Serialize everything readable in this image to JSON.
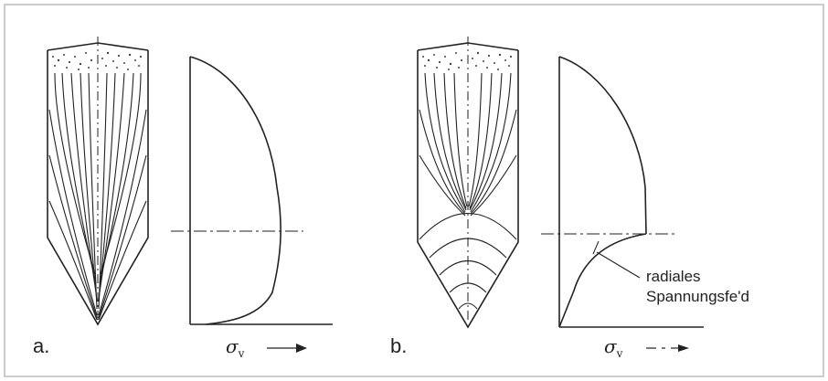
{
  "figure": {
    "panel_a": {
      "label": "a.",
      "axis_label": "σ",
      "axis_subscript": "v"
    },
    "panel_b": {
      "label": "b.",
      "axis_label": "σ",
      "axis_subscript": "v",
      "annotation_line1": "radiales",
      "annotation_line2": "Spannungsfe'd"
    },
    "colors": {
      "line": "#222222",
      "border": "#bbbbbb",
      "fill_material": "#444444"
    }
  }
}
